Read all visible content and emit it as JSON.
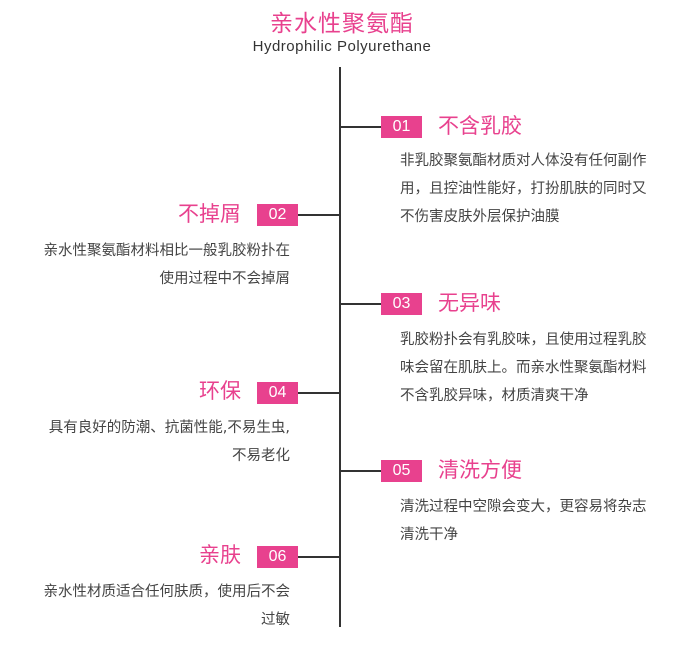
{
  "title": "亲水性聚氨酯",
  "subtitle": "Hydrophilic Polyurethane",
  "features": [
    {
      "num": "01",
      "heading": "不含乳胶",
      "desc": "非乳胶聚氨酯材质对人体没有任何副作用，且控油性能好，打扮肌肤的同时又不伤害皮肤外层保护油膜"
    },
    {
      "num": "02",
      "heading": "不掉屑",
      "desc": "亲水性聚氨酯材料相比一般乳胶粉扑在使用过程中不会掉屑"
    },
    {
      "num": "03",
      "heading": "无异味",
      "desc": "乳胶粉扑会有乳胶味，且使用过程乳胶味会留在肌肤上。而亲水性聚氨酯材料不含乳胶异味，材质清爽干净"
    },
    {
      "num": "04",
      "heading": "环保",
      "desc": "具有良好的防潮、抗菌性能,不易生虫,不易老化"
    },
    {
      "num": "05",
      "heading": "清洗方便",
      "desc": "清洗过程中空隙会变大，更容易将杂志清洗干净"
    },
    {
      "num": "06",
      "heading": "亲肤",
      "desc": "亲水性材质适合任何肤质，使用后不会过敏"
    }
  ],
  "colors": {
    "accent": "#e8418e",
    "text": "#444444",
    "line": "#333333"
  }
}
